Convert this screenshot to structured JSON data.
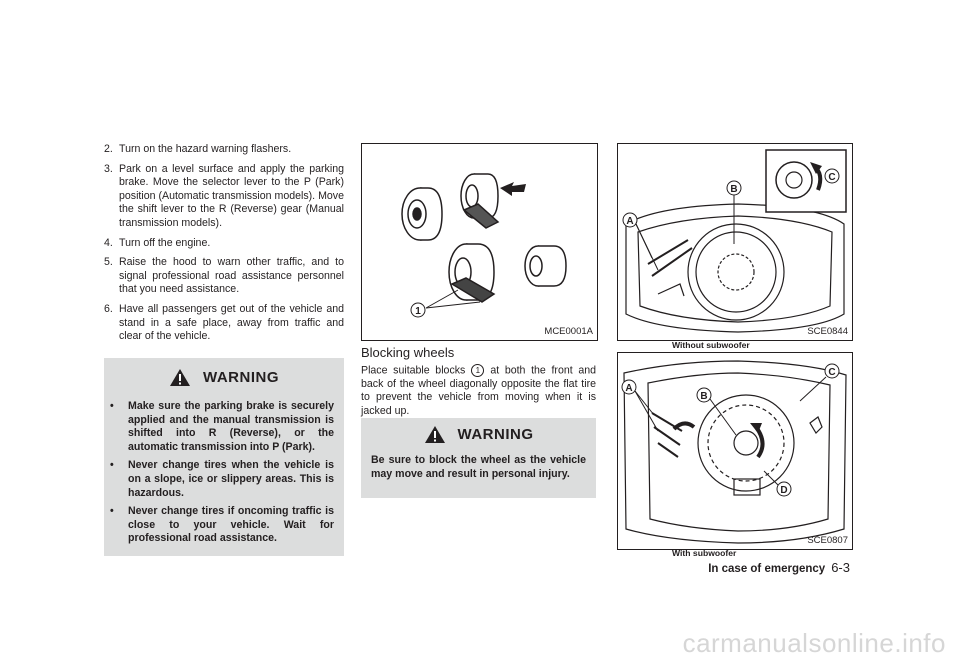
{
  "steps": [
    {
      "num": "2.",
      "text": "Turn on the hazard warning flashers."
    },
    {
      "num": "3.",
      "text": "Park on a level surface and apply the parking brake. Move the selector lever to the P (Park) position (Automatic transmission models). Move the shift lever to the R (Reverse) gear (Manual transmission models)."
    },
    {
      "num": "4.",
      "text": "Turn off the engine."
    },
    {
      "num": "5.",
      "text": "Raise the hood to warn other traffic, and to signal professional road assistance personnel that you need assistance."
    },
    {
      "num": "6.",
      "text": "Have all passengers get out of the vehicle and stand in a safe place, away from traffic and clear of the vehicle."
    }
  ],
  "warning1": {
    "title": "WARNING",
    "bullet": "•",
    "items": [
      "Make sure the parking brake is securely applied and the manual transmission is shifted into R (Reverse), or the automatic transmission into P (Park).",
      "Never change tires when the vehicle is on a slope, ice or slippery areas. This is hazardous.",
      "Never change tires if oncoming traffic is close to your vehicle. Wait for professional road assistance."
    ]
  },
  "figure_blocks": {
    "code": "MCE0001A",
    "label": "1"
  },
  "blocking": {
    "title": "Blocking wheels",
    "text_before": "Place suitable blocks",
    "marker": "1",
    "text_after": "at both the front and back of the wheel diagonally opposite the flat tire to prevent the vehicle from moving when it is jacked up."
  },
  "warning2": {
    "title": "WARNING",
    "text": "Be sure to block the wheel as the vehicle may move and result in personal injury."
  },
  "figure_without": {
    "code": "SCE0844",
    "caption": "Without subwoofer",
    "labels": {
      "a": "A",
      "b": "B",
      "c": "C"
    }
  },
  "figure_with": {
    "code": "SCE0807",
    "caption": "With subwoofer",
    "labels": {
      "a": "A",
      "b": "B",
      "c": "C",
      "d": "D"
    }
  },
  "footer": {
    "section": "In case of emergency",
    "page": "6-3"
  },
  "watermark": "carmanualsonline.info"
}
